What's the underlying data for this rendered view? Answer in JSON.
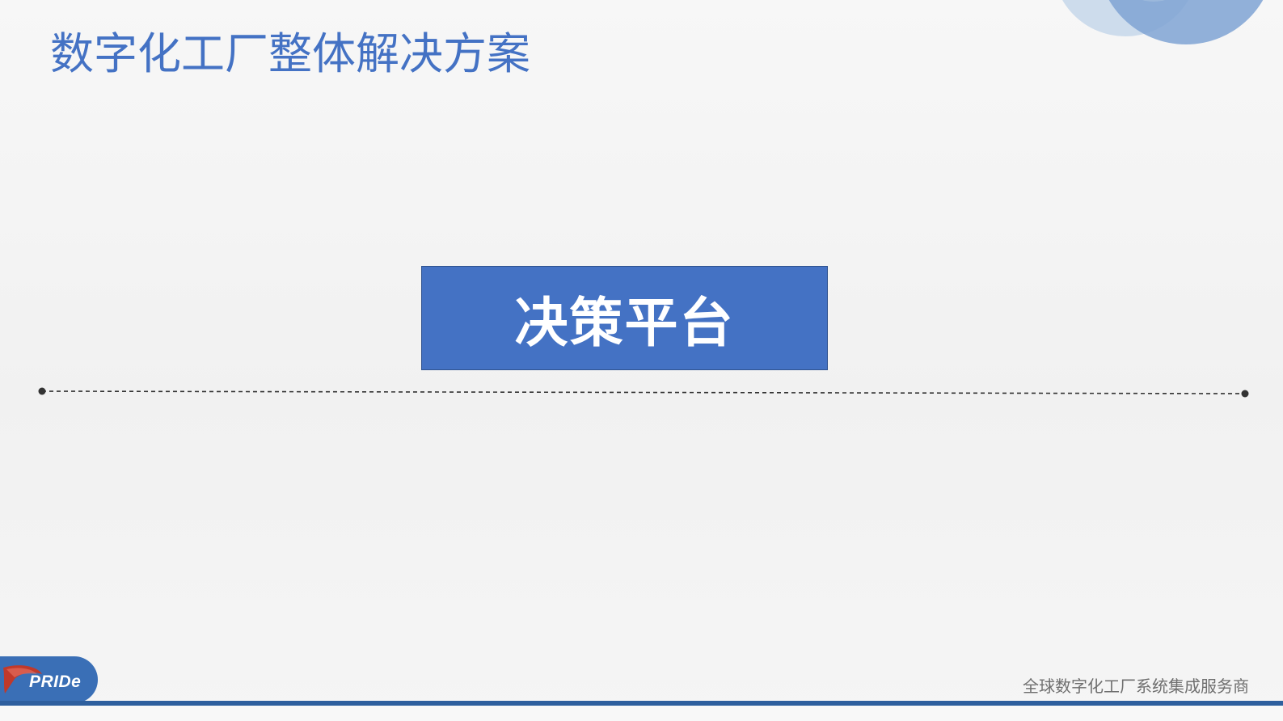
{
  "slide": {
    "title": "数字化工厂整体解决方案"
  },
  "main_box": {
    "label": "决策平台"
  },
  "footer": {
    "logo_text": "PRIDe",
    "tagline": "全球数字化工厂系统集成服务商"
  },
  "colors": {
    "accent": "#4472c4",
    "accent_border": "#2f528f",
    "footer_bar": "#2e5f9e",
    "logo_badge": "#3a6fb6",
    "logo_swoosh": "#c0392b",
    "tagline": "#6f6f6f",
    "connector": "#333333"
  },
  "icons": {
    "decoration": "overlapping-circles",
    "logo_mark": "red-swoosh"
  }
}
